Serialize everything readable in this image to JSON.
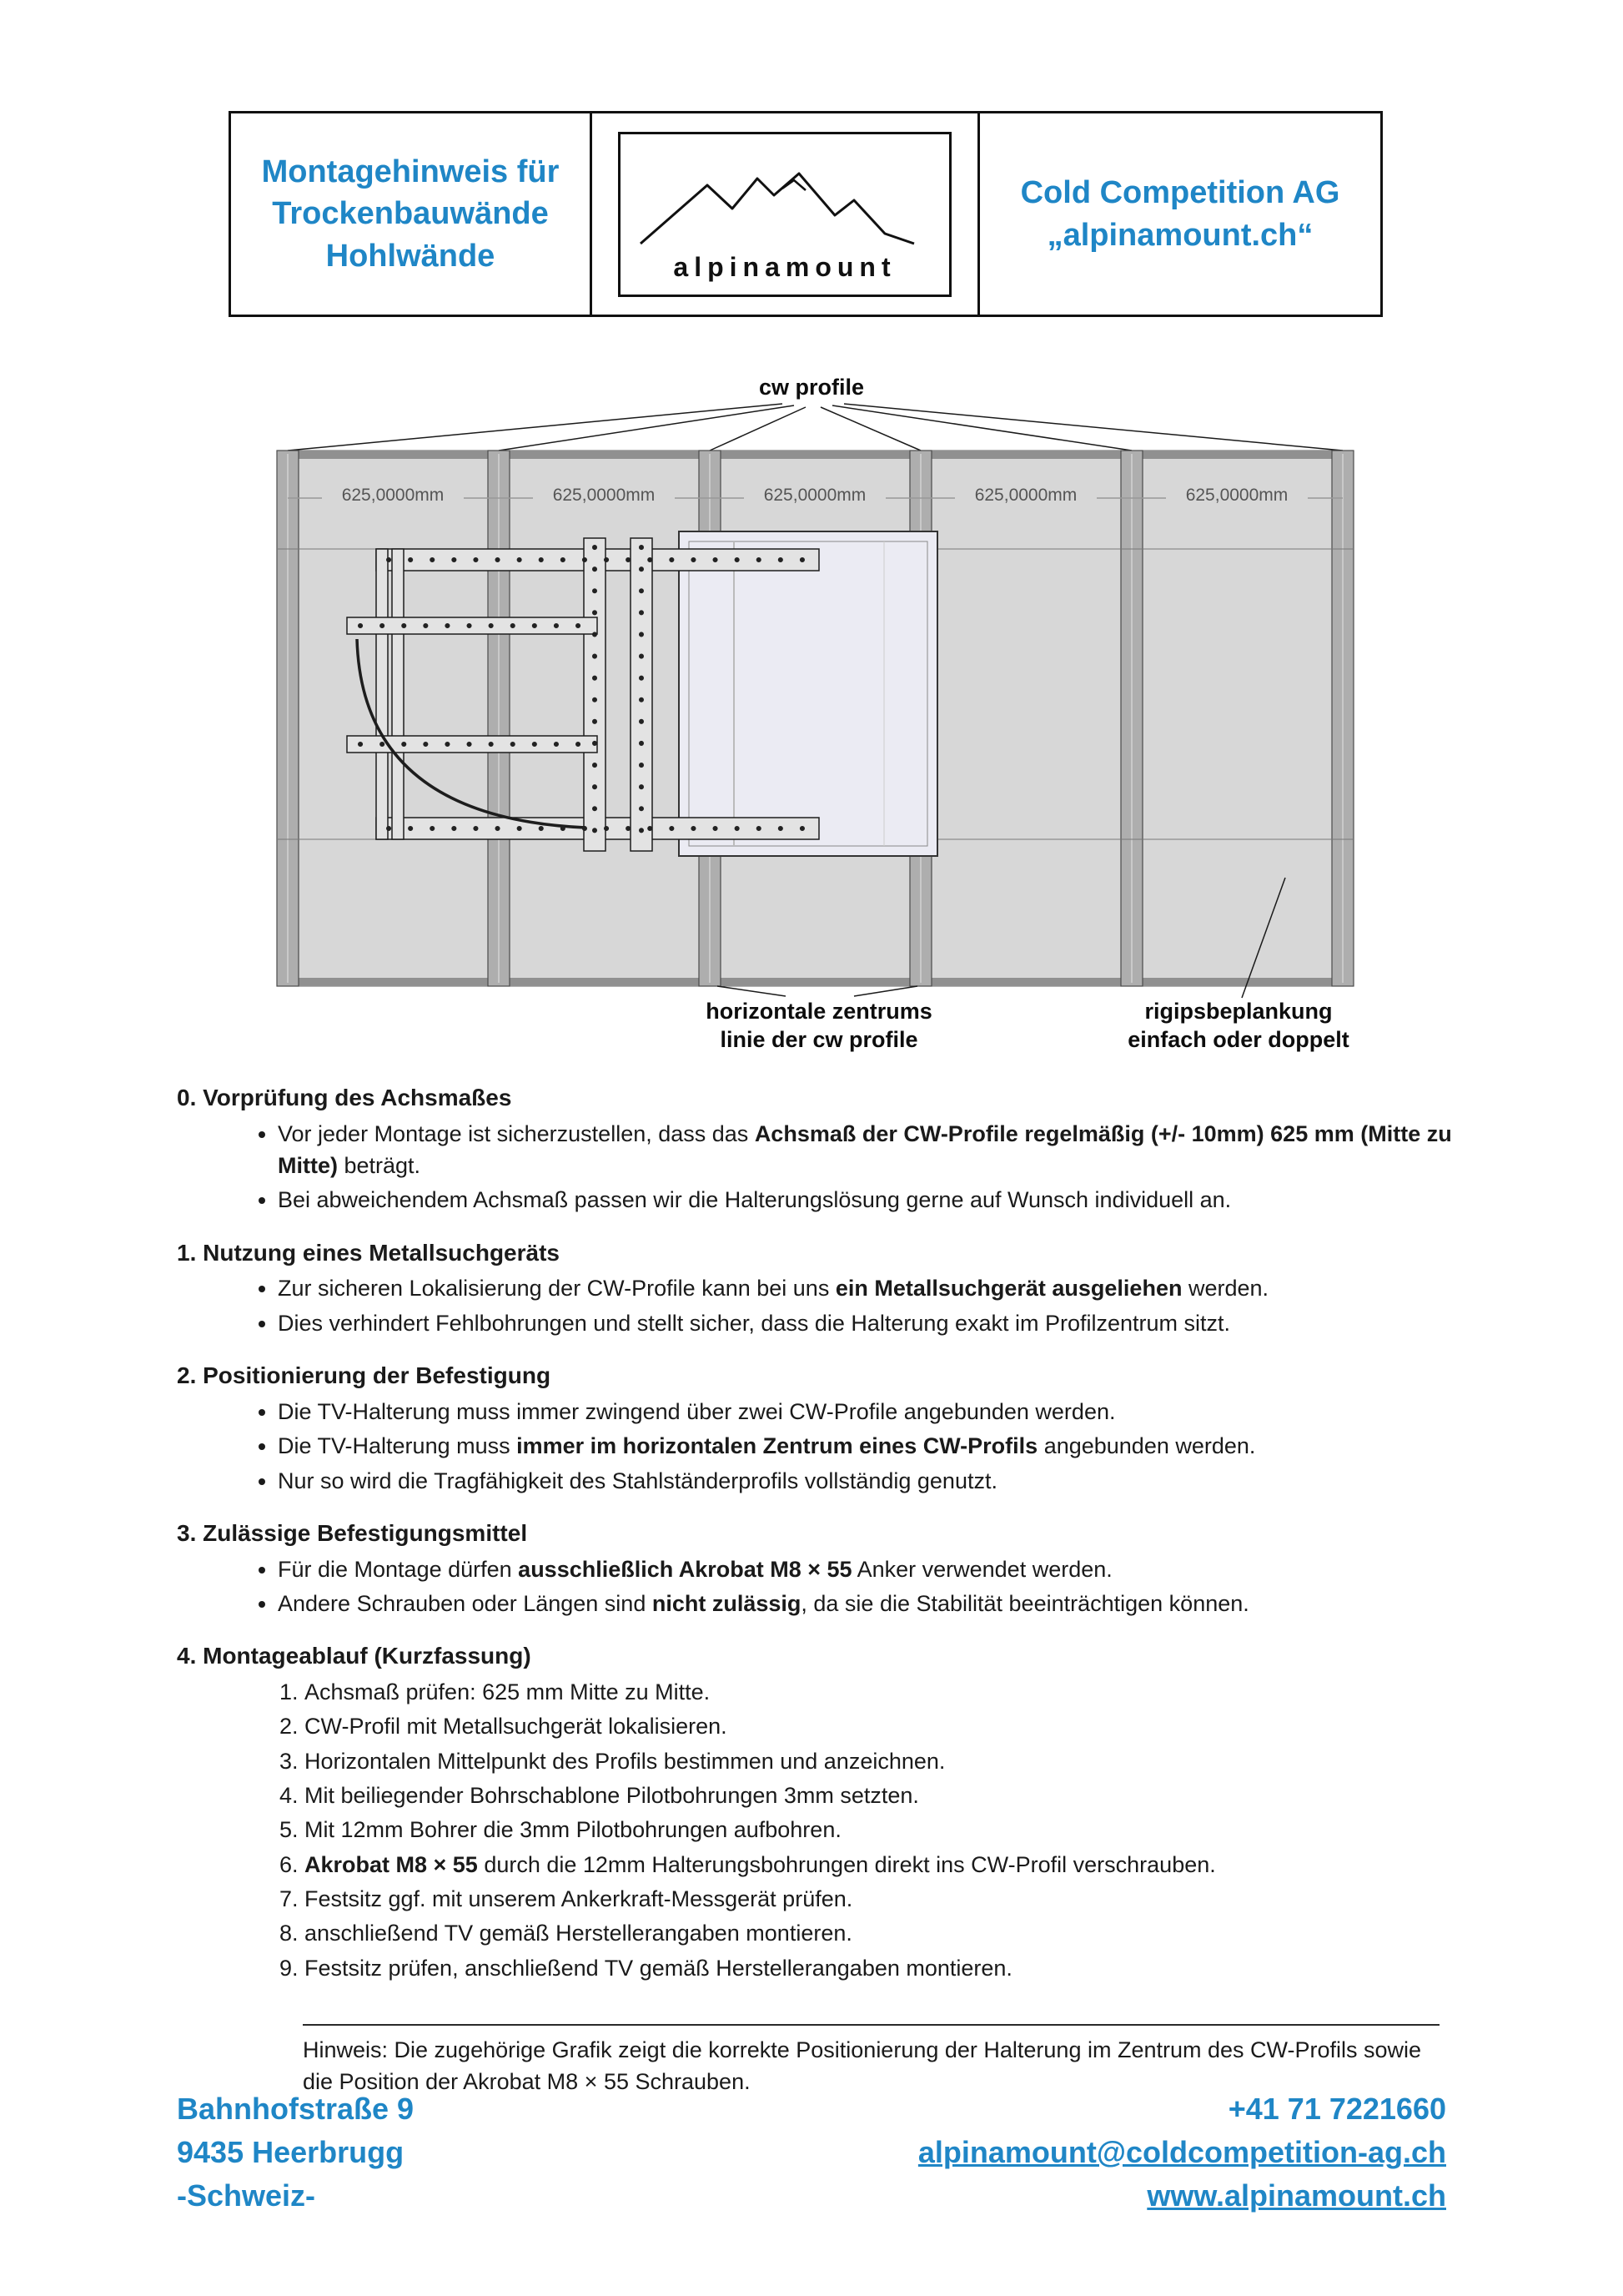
{
  "colors": {
    "accent": "#1f86c6"
  },
  "header": {
    "left_lines": [
      "Montagehinweis für",
      "Trockenbauwände",
      "Hohlwände"
    ],
    "logo_text": "alpinamount",
    "right_lines": [
      "Cold Competition AG",
      "„alpinamount.ch“"
    ]
  },
  "diagram": {
    "top_label": "cw profile",
    "dimension_label": "625,0000mm",
    "center_label_lines": [
      "horizontale zentrums",
      "linie der cw profile"
    ],
    "right_label_lines": [
      "rigipsbeplankung",
      "einfach oder doppelt"
    ]
  },
  "sections": [
    {
      "title": "0. Vorprüfung des Achsmaßes",
      "list": "bullet",
      "items": [
        [
          {
            "t": "Vor jeder Montage ist sicherzustellen, dass das "
          },
          {
            "t": "Achsmaß der CW-Profile regelmäßig (+/- 10mm) 625 mm (Mitte zu Mitte)",
            "b": true
          },
          {
            "t": " beträgt."
          }
        ],
        [
          {
            "t": "Bei abweichendem Achsmaß passen wir die Halterungslösung gerne auf Wunsch individuell an."
          }
        ]
      ]
    },
    {
      "title": "1. Nutzung eines Metallsuchgeräts",
      "list": "bullet",
      "items": [
        [
          {
            "t": "Zur sicheren Lokalisierung der CW-Profile kann bei uns "
          },
          {
            "t": "ein Metallsuchgerät ausgeliehen",
            "b": true
          },
          {
            "t": " werden."
          }
        ],
        [
          {
            "t": "Dies verhindert Fehlbohrungen und stellt sicher, dass die Halterung exakt im Profilzentrum sitzt."
          }
        ]
      ]
    },
    {
      "title": "2. Positionierung der Befestigung",
      "list": "bullet",
      "items": [
        [
          {
            "t": "Die TV-Halterung muss immer zwingend über zwei CW-Profile angebunden werden."
          }
        ],
        [
          {
            "t": "Die TV-Halterung muss "
          },
          {
            "t": "immer im horizontalen Zentrum eines CW-Profils",
            "b": true
          },
          {
            "t": " angebunden werden."
          }
        ],
        [
          {
            "t": "Nur so wird die Tragfähigkeit des Stahlständerprofils vollständig genutzt."
          }
        ]
      ]
    },
    {
      "title": "3. Zulässige Befestigungsmittel",
      "list": "bullet",
      "items": [
        [
          {
            "t": "Für die Montage dürfen "
          },
          {
            "t": "ausschließlich Akrobat M8 × 55",
            "b": true
          },
          {
            "t": " Anker verwendet werden."
          }
        ],
        [
          {
            "t": "Andere Schrauben oder Längen sind "
          },
          {
            "t": "nicht zulässig",
            "b": true
          },
          {
            "t": ", da sie die Stabilität beeinträchtigen können."
          }
        ]
      ]
    },
    {
      "title": "4. Montageablauf (Kurzfassung)",
      "list": "numbered",
      "items": [
        [
          {
            "t": "Achsmaß prüfen: 625 mm Mitte zu Mitte."
          }
        ],
        [
          {
            "t": "CW-Profil mit Metallsuchgerät lokalisieren."
          }
        ],
        [
          {
            "t": "Horizontalen Mittelpunkt des Profils bestimmen und anzeichnen."
          }
        ],
        [
          {
            "t": "Mit beiliegender Bohrschablone Pilotbohrungen 3mm setzten."
          }
        ],
        [
          {
            "t": "Mit 12mm Bohrer die 3mm Pilotbohrungen aufbohren."
          }
        ],
        [
          {
            "t": "Akrobat M8 × 55",
            "b": true
          },
          {
            "t": " durch die 12mm Halterungsbohrungen direkt ins CW-Profil verschrauben."
          }
        ],
        [
          {
            "t": "Festsitz ggf. mit unserem Ankerkraft-Messgerät prüfen."
          }
        ],
        [
          {
            "t": "anschließend TV gemäß Herstellerangaben montieren."
          }
        ],
        [
          {
            "t": "Festsitz prüfen, anschließend TV gemäß Herstellerangaben montieren."
          }
        ]
      ]
    }
  ],
  "note": {
    "text": "Hinweis: Die zugehörige Grafik zeigt die korrekte Positionierung der Halterung im Zentrum des CW-Profils sowie die Position der Akrobat M8 × 55 Schrauben."
  },
  "footer": {
    "address_lines": [
      "Bahnhofstraße 9",
      "9435 Heerbrugg",
      "-Schweiz-"
    ],
    "phone": "+41 71 7221660",
    "email": "alpinamount@coldcompetition-ag.ch",
    "website": "www.alpinamount.ch"
  }
}
